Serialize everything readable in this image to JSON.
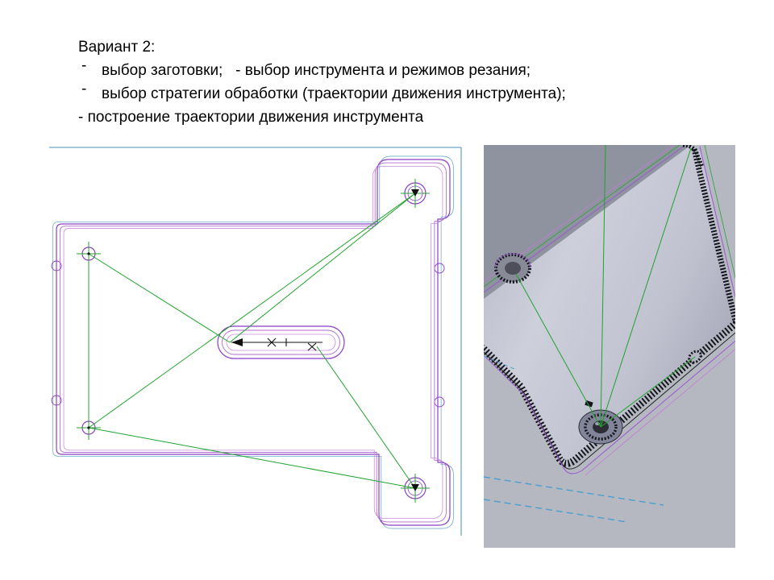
{
  "slide": {
    "title": "Вариант 2:",
    "lines": [
      {
        "marker": "-",
        "text": "выбор заготовки;   - выбор инструмента и режимов резания;"
      },
      {
        "marker": "-",
        "text": "выбор стратегии обработки (траектории движения инструмента);"
      },
      {
        "marker": "",
        "text": "- построение траектории движения инструмента"
      }
    ]
  },
  "colors": {
    "text_black": "#000000",
    "contour_purple": "#8b3fc6",
    "contour_offset": "#b06ad0",
    "contour_offset_light": "#c98ae0",
    "stock_blue": "#3f93b5",
    "rapid_green": "#1fa32c",
    "tool_black": "#111111",
    "face_gray": "#c0c2d0",
    "dark_gray": "#8f93a0",
    "bg_gray": "#b5b7c1",
    "hatch_black": "#15151c",
    "dashed_blue": "#4a9fd0",
    "hole_dark": "#2c2d36"
  }
}
